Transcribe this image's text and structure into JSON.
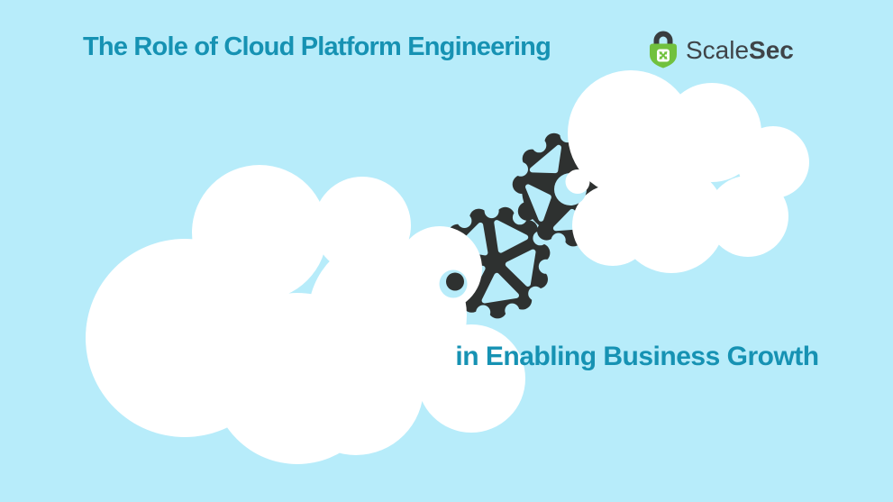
{
  "title": {
    "text": "The Role of Cloud Platform Engineering"
  },
  "subtitle": {
    "text": "in Enabling Business Growth"
  },
  "logo": {
    "name_regular": "Scale",
    "name_bold": "Sec"
  },
  "icons": {
    "padlock": "padlock-shield-icon",
    "expand_arrows": "expand-arrows-icon",
    "clouds": "cloud-icon",
    "gears": "gear-icon"
  },
  "colors": {
    "sky": "#b7ecfa",
    "cloud": "#ffffff",
    "gear": "#2e3130",
    "heading_teal": "#1692b3",
    "logo_text": "#3f4448",
    "shield_green": "#71c13e",
    "shackle_dark": "#393d3f"
  }
}
